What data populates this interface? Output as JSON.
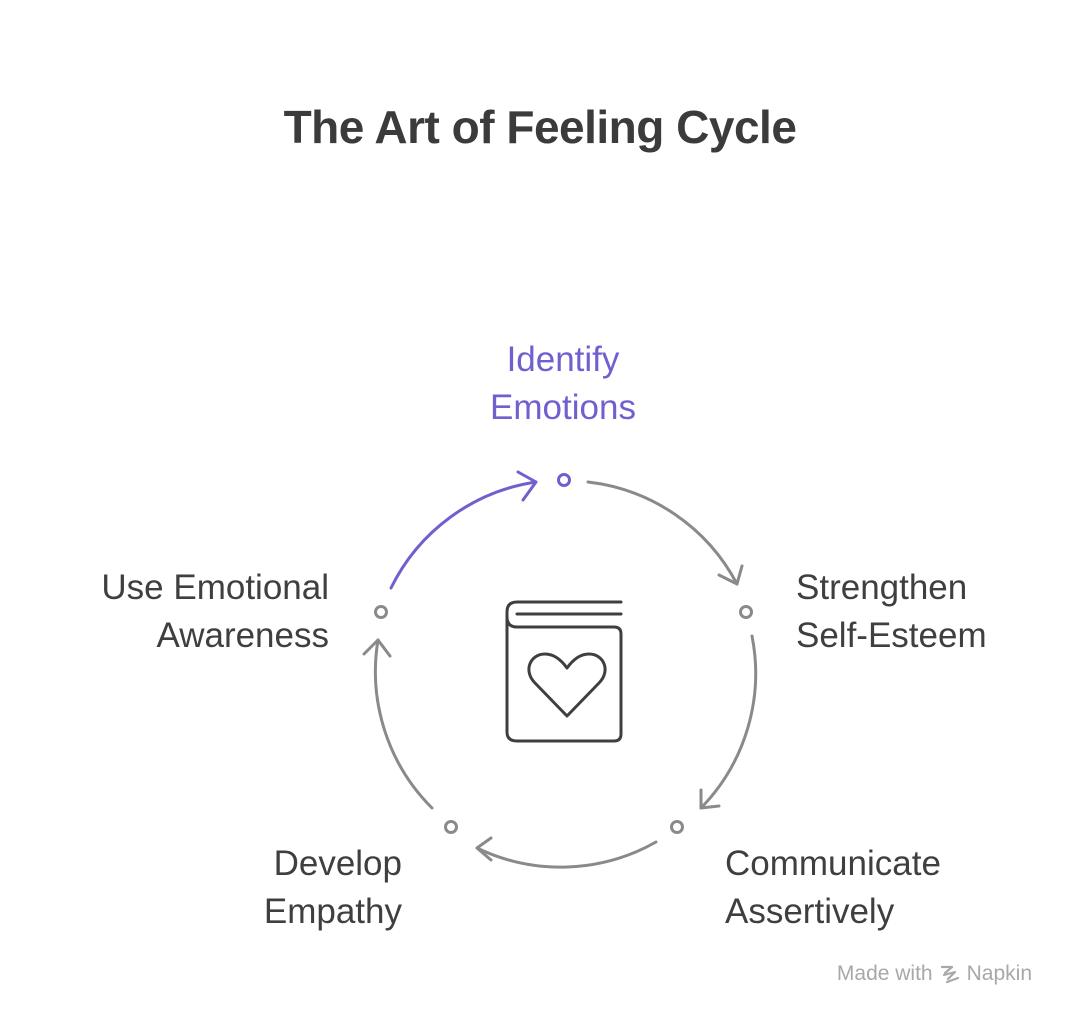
{
  "title": "The Art of Feeling Cycle",
  "center_icon": "heart-book-icon",
  "colors": {
    "accent": "#7060cf",
    "arc": "#8a8a8a",
    "text": "#3f3f3f",
    "title": "#3b3b3b",
    "watermark": "#a8a8a8"
  },
  "steps": [
    {
      "id": "identify",
      "lines": [
        "Identify",
        "Emotions"
      ],
      "highlighted": true
    },
    {
      "id": "strengthen",
      "lines": [
        "Strengthen",
        "Self-Esteem"
      ]
    },
    {
      "id": "communicate",
      "lines": [
        "Communicate",
        "Assertively"
      ]
    },
    {
      "id": "develop",
      "lines": [
        "Develop",
        "Empathy"
      ]
    },
    {
      "id": "use",
      "lines": [
        "Use Emotional",
        "Awareness"
      ]
    }
  ],
  "watermark": {
    "prefix": "Made with",
    "brand": "Napkin"
  }
}
